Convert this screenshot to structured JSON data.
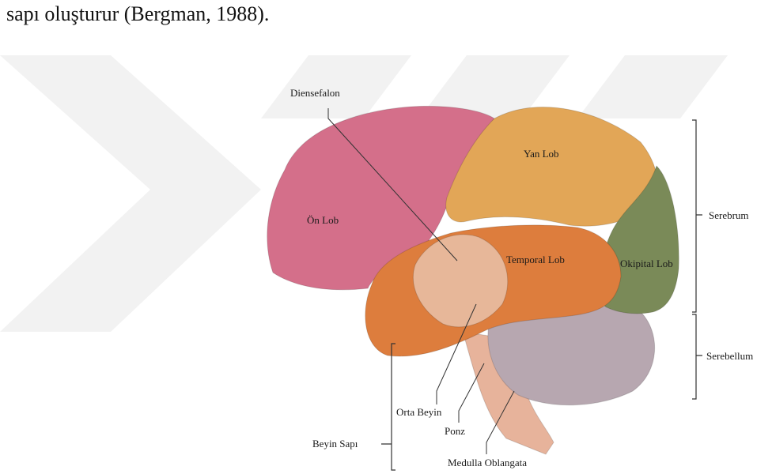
{
  "caption": {
    "text": "sapı oluşturur (Bergman, 1988)."
  },
  "figure": {
    "labels": {
      "diensefalon": "Diensefalon",
      "on_lob": "Ön Lob",
      "yan_lob": "Yan Lob",
      "temporal_lob": "Temporal Lob",
      "okipital_lob": "Okipital Lob",
      "serebrum": "Serebrum",
      "serebellum": "Serebellum",
      "orta_beyin": "Orta Beyin",
      "ponz": "Ponz",
      "medulla": "Medulla Oblangata",
      "beyin_sapi": "Beyin Sapı"
    },
    "colors": {
      "frontal": "#d46f8a",
      "parietal": "#e2a657",
      "temporal": "#dd7d3d",
      "occipital": "#7a8a58",
      "cerebellum": "#b7a7b0",
      "brainstem": "#e7b39b",
      "diencephalon": "#e9cbb8"
    }
  }
}
